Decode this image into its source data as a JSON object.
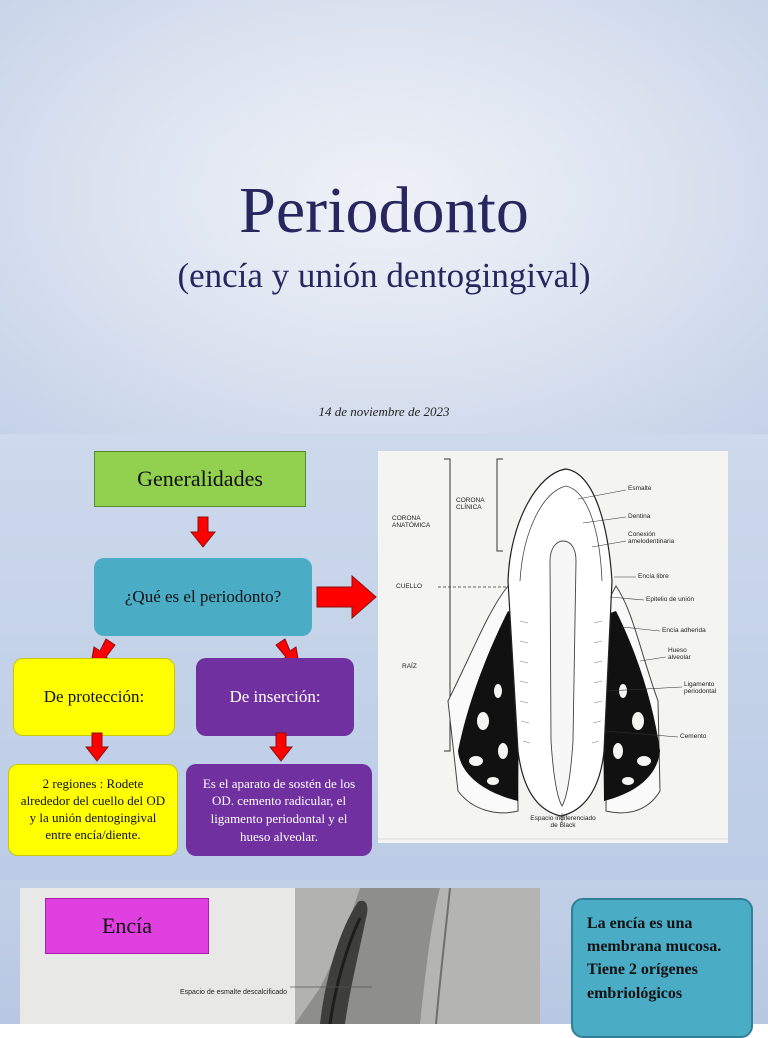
{
  "slide1": {
    "title": "Periodonto",
    "subtitle": "(encía y unión dentogingival)",
    "date": "14 de noviembre de 2023"
  },
  "slide2": {
    "generalidades": "Generalidades",
    "que_es": "¿Qué es el periodonto?",
    "proteccion": "De protección:",
    "insercion": "De inserción:",
    "regiones": "2 regiones : Rodete alrededor del cuello del OD y la unión dentogingival entre encía/diente.",
    "aparato": "Es el aparato de sostén de los OD. cemento radicular, el ligamento periodontal y el hueso alveolar.",
    "diagram_labels": {
      "corona_anatomica": "CORONA ANATÓMICA",
      "corona_clinica": "CORONA CLÍNICA",
      "cuello": "CUELLO",
      "raiz": "RAÍZ",
      "esmalte": "Esmalte",
      "dentina": "Dentina",
      "conexion": "Conexión amelodentinaria",
      "encia_libre": "Encía libre",
      "epitelio": "Epitelio de unión",
      "encia_adherida": "Encía adherida",
      "hueso": "Hueso alveolar",
      "ligamento": "Ligamento periodontal",
      "cemento": "Cemento",
      "espacio": "Espacio indiferenciado de Black"
    },
    "colors": {
      "green": "#92d050",
      "teal": "#4bacc6",
      "yellow": "#ffff00",
      "purple": "#7030a0",
      "arrow_red": "#ff0000"
    }
  },
  "slide3": {
    "encia": "Encía",
    "esmalte_label": "Espacio de esmalte descalcificado",
    "note": "La encía es una membrana mucosa. Tiene 2 orígenes embriológicos"
  }
}
